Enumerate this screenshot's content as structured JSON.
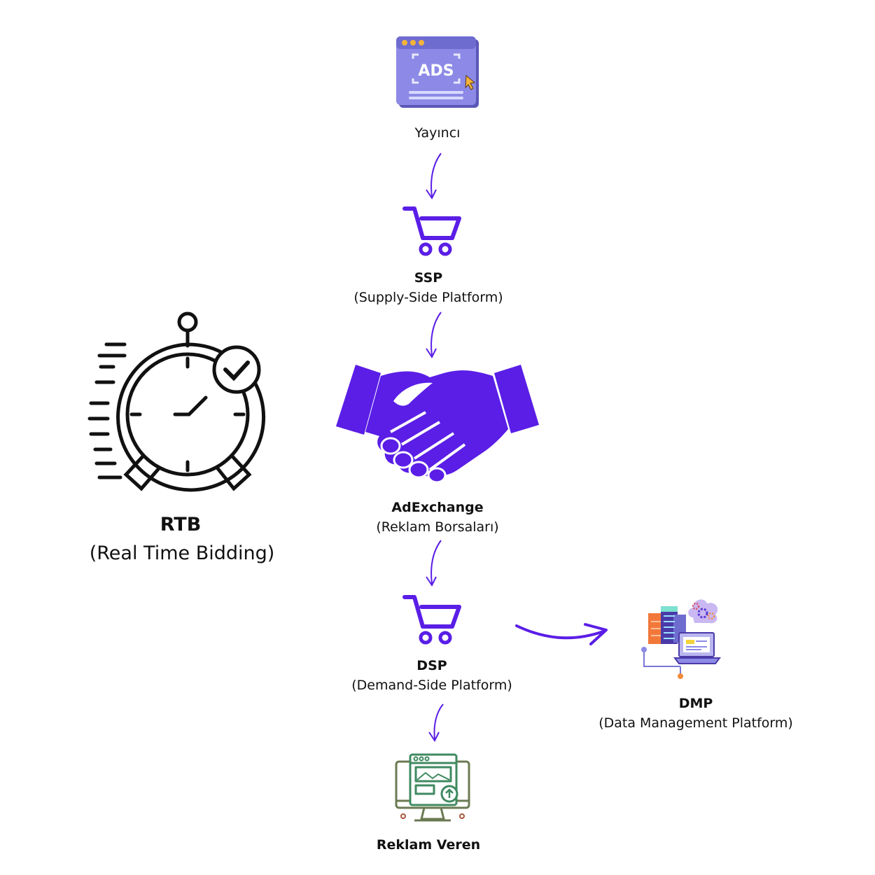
{
  "nodes": {
    "publisher": {
      "label": "Yayıncı"
    },
    "ssp": {
      "title": "SSP",
      "subtitle": "(Supply-Side Platform)"
    },
    "adexchange": {
      "title": "AdExchange",
      "subtitle": "(Reklam Borsaları)"
    },
    "dsp": {
      "title": "DSP",
      "subtitle": "(Demand-Side Platform)"
    },
    "advertiser": {
      "title": "Reklam Veren"
    },
    "dmp": {
      "title": "DMP",
      "subtitle": "(Data Management Platform)"
    },
    "rtb": {
      "title": "RTB",
      "subtitle": "(Real Time Bidding)"
    },
    "ads_badge": "ADS"
  },
  "colors": {
    "accent": "#5a1ee6",
    "ads_window": "#7a78d8",
    "advertiser_icon": "#6b7a52",
    "text": "#111111"
  },
  "icons": {
    "publisher": "ads-window-icon",
    "ssp": "shopping-cart-icon",
    "adexchange": "handshake-icon",
    "dsp": "shopping-cart-icon",
    "advertiser": "monitor-upload-icon",
    "dmp": "server-laptop-cloud-icon",
    "rtb": "alarm-clock-check-icon"
  }
}
